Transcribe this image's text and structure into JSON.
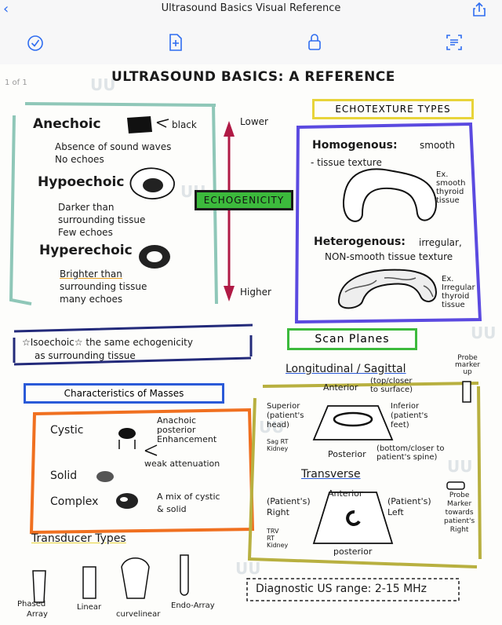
{
  "topbar": {
    "title": "Ultrasound Basics Visual Reference",
    "back_icon": "chevron-left-icon",
    "share_icon": "share-icon"
  },
  "toolbar": {
    "icons": [
      "markup-check-icon",
      "add-page-icon",
      "lock-icon",
      "text-recognition-icon"
    ]
  },
  "page_indicator": "1 of 1",
  "sheet": {
    "title": "ULTRASOUND BASICS: A REFERENCE",
    "echogenicity": {
      "anechoic": {
        "term": "Anechoic",
        "swatch_label": "black",
        "desc1": "Absence of sound waves",
        "desc2": "No echoes"
      },
      "hypoechoic": {
        "term": "Hypoechoic",
        "desc1": "Darker than",
        "desc2": "surrounding tissue",
        "desc3": "Few echoes"
      },
      "hyperechoic": {
        "term": "Hyperechoic",
        "desc1": "Brighter than",
        "desc2": "surrounding tissue",
        "desc3": "many echoes"
      },
      "arrow_top": "Lower",
      "arrow_bottom": "Higher",
      "banner": "ECHOGENICITY"
    },
    "isoechoic": {
      "line1": "☆Isoechoic☆ the same echogenicity",
      "line2": "as surrounding tissue"
    },
    "echotexture": {
      "banner": "ECHOTEXTURE TYPES",
      "homogenous": {
        "term": "Homogenous:",
        "desc1": "smooth",
        "desc2": "- tissue texture",
        "ex1": "Ex.",
        "ex2": "smooth",
        "ex3": "thyroid",
        "ex4": "tissue"
      },
      "heterogenous": {
        "term": "Heterogenous:",
        "desc1": "irregular,",
        "desc2": "NON-smooth tissue texture",
        "ex1": "Ex.",
        "ex2": "Irregular",
        "ex3": "thyroid",
        "ex4": "tissue"
      }
    },
    "masses": {
      "banner": "Characteristics of Masses",
      "cystic": "Cystic",
      "cystic_note1": "Anachoic",
      "cystic_note2": "posterior",
      "cystic_note3": "Enhancement",
      "cystic_note4": "weak attenuation",
      "solid": "Solid",
      "complex": "Complex",
      "complex_note1": "A mix of cystic",
      "complex_note2": "& solid"
    },
    "transducers": {
      "banner": "Transducer Types",
      "items": [
        "Phased",
        "Array",
        "Linear",
        "curvelinear",
        "Endo-Array"
      ]
    },
    "scan_planes": {
      "banner": "Scan Planes",
      "longitudinal": "Longitudinal / Sagittal",
      "probe_marker": [
        "Probe",
        "marker",
        "up"
      ],
      "anterior": "Anterior",
      "anterior_note1": "(top/closer",
      "anterior_note2": "to surface)",
      "superior1": "Superior",
      "superior2": "(patient's",
      "superior3": "head)",
      "inferior1": "Inferior",
      "inferior2": "(patient's",
      "inferior3": "feet)",
      "sag_label1": "Sag RT",
      "sag_label2": "Kidney",
      "posterior": "Posterior",
      "posterior_note1": "(bottom/closer to",
      "posterior_note2": "patient's spine)",
      "transverse": "Transverse",
      "t_anterior": "Anterior",
      "t_right1": "(Patient's)",
      "t_right2": "Right",
      "t_left1": "(Patient's)",
      "t_left2": "Left",
      "t_marker": [
        "Probe",
        "Marker",
        "towards",
        "patient's",
        "Right"
      ],
      "trv_label1": "TRV",
      "trv_label2": "RT",
      "trv_label3": "Kidney",
      "t_posterior": "posterior"
    },
    "diagnostic": "Diagnostic US range: 2-15 MHz",
    "colors": {
      "accent": "#2f6df0",
      "green": "#3cba3c",
      "yellow": "#e8d43a",
      "blue": "#2a5ad8",
      "orange": "#f07020",
      "purple": "#5b4ae0",
      "crimson": "#b01a45"
    }
  }
}
